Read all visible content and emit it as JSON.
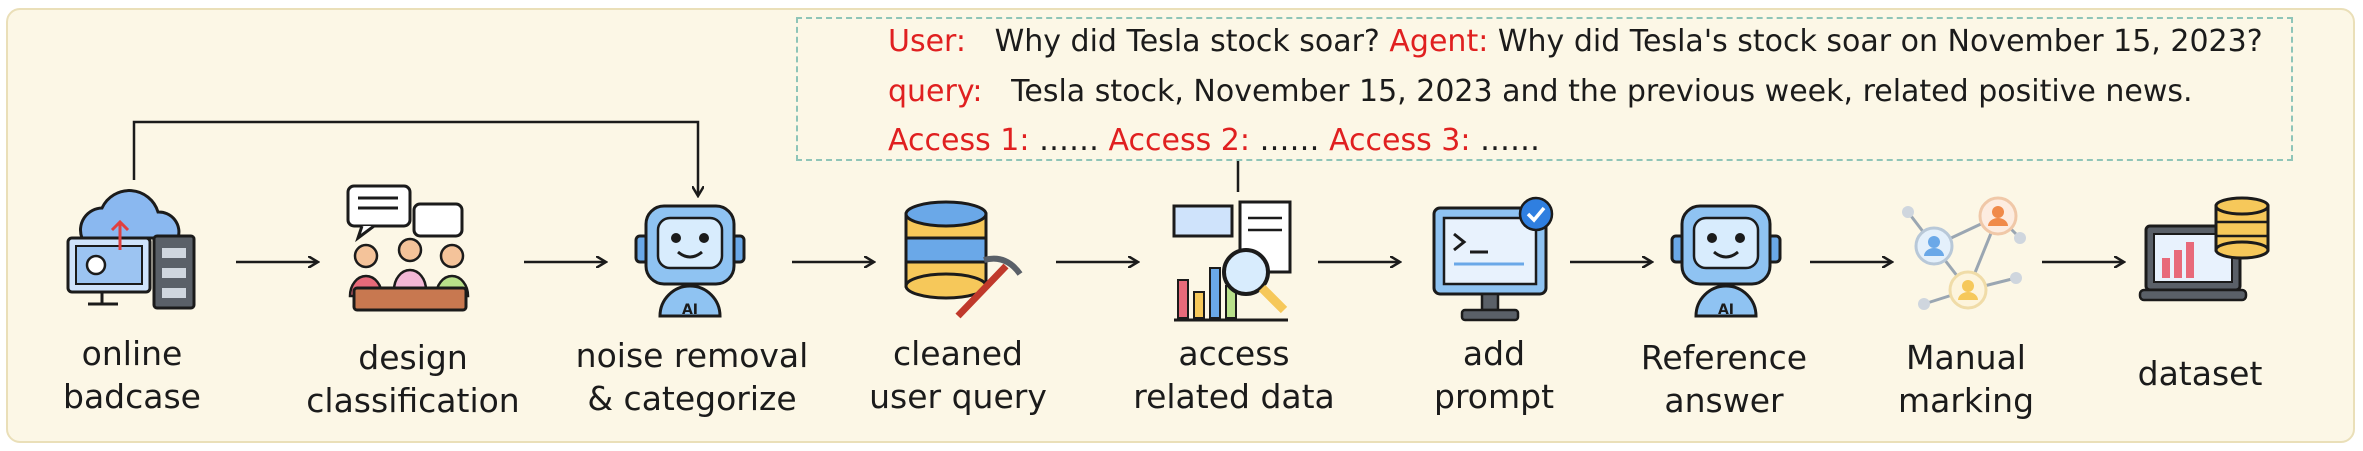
{
  "query_box": {
    "line1": {
      "user_label": "User:",
      "user_text": "Why did Tesla stock soar?",
      "agent_label": "Agent:",
      "agent_text": "Why did Tesla's stock soar on November 15, 2023?"
    },
    "line2": {
      "query_label": "query:",
      "query_text": "Tesla stock, November 15, 2023 and the previous week, related positive news."
    },
    "line3": {
      "access1_label": "Access 1:",
      "access1_text": "……",
      "access2_label": "Access 2:",
      "access2_text": "……",
      "access3_label": "Access 3:",
      "access3_text": "……"
    }
  },
  "steps": [
    {
      "label_l1": "online",
      "label_l2": "badcase",
      "icon": "cloud-server-icon"
    },
    {
      "label_l1": "design",
      "label_l2": "classification",
      "icon": "team-discussion-icon"
    },
    {
      "label_l1": "noise removal",
      "label_l2": "& categorize",
      "icon": "ai-robot-icon"
    },
    {
      "label_l1": "cleaned",
      "label_l2": "user query",
      "icon": "database-tools-icon"
    },
    {
      "label_l1": "access",
      "label_l2": "related data",
      "icon": "data-search-icon"
    },
    {
      "label_l1": "add",
      "label_l2": "prompt",
      "icon": "prompt-monitor-icon"
    },
    {
      "label_l1": "Reference",
      "label_l2": "answer",
      "icon": "ai-robot-icon"
    },
    {
      "label_l1": "Manual",
      "label_l2": "marking",
      "icon": "network-people-icon"
    },
    {
      "label_l1": "dataset",
      "label_l2": "",
      "icon": "laptop-database-icon"
    }
  ],
  "colors": {
    "accent_red": "#e02020",
    "panel_bg": "#fcf7e6",
    "dash_border": "#8fc5b8"
  }
}
